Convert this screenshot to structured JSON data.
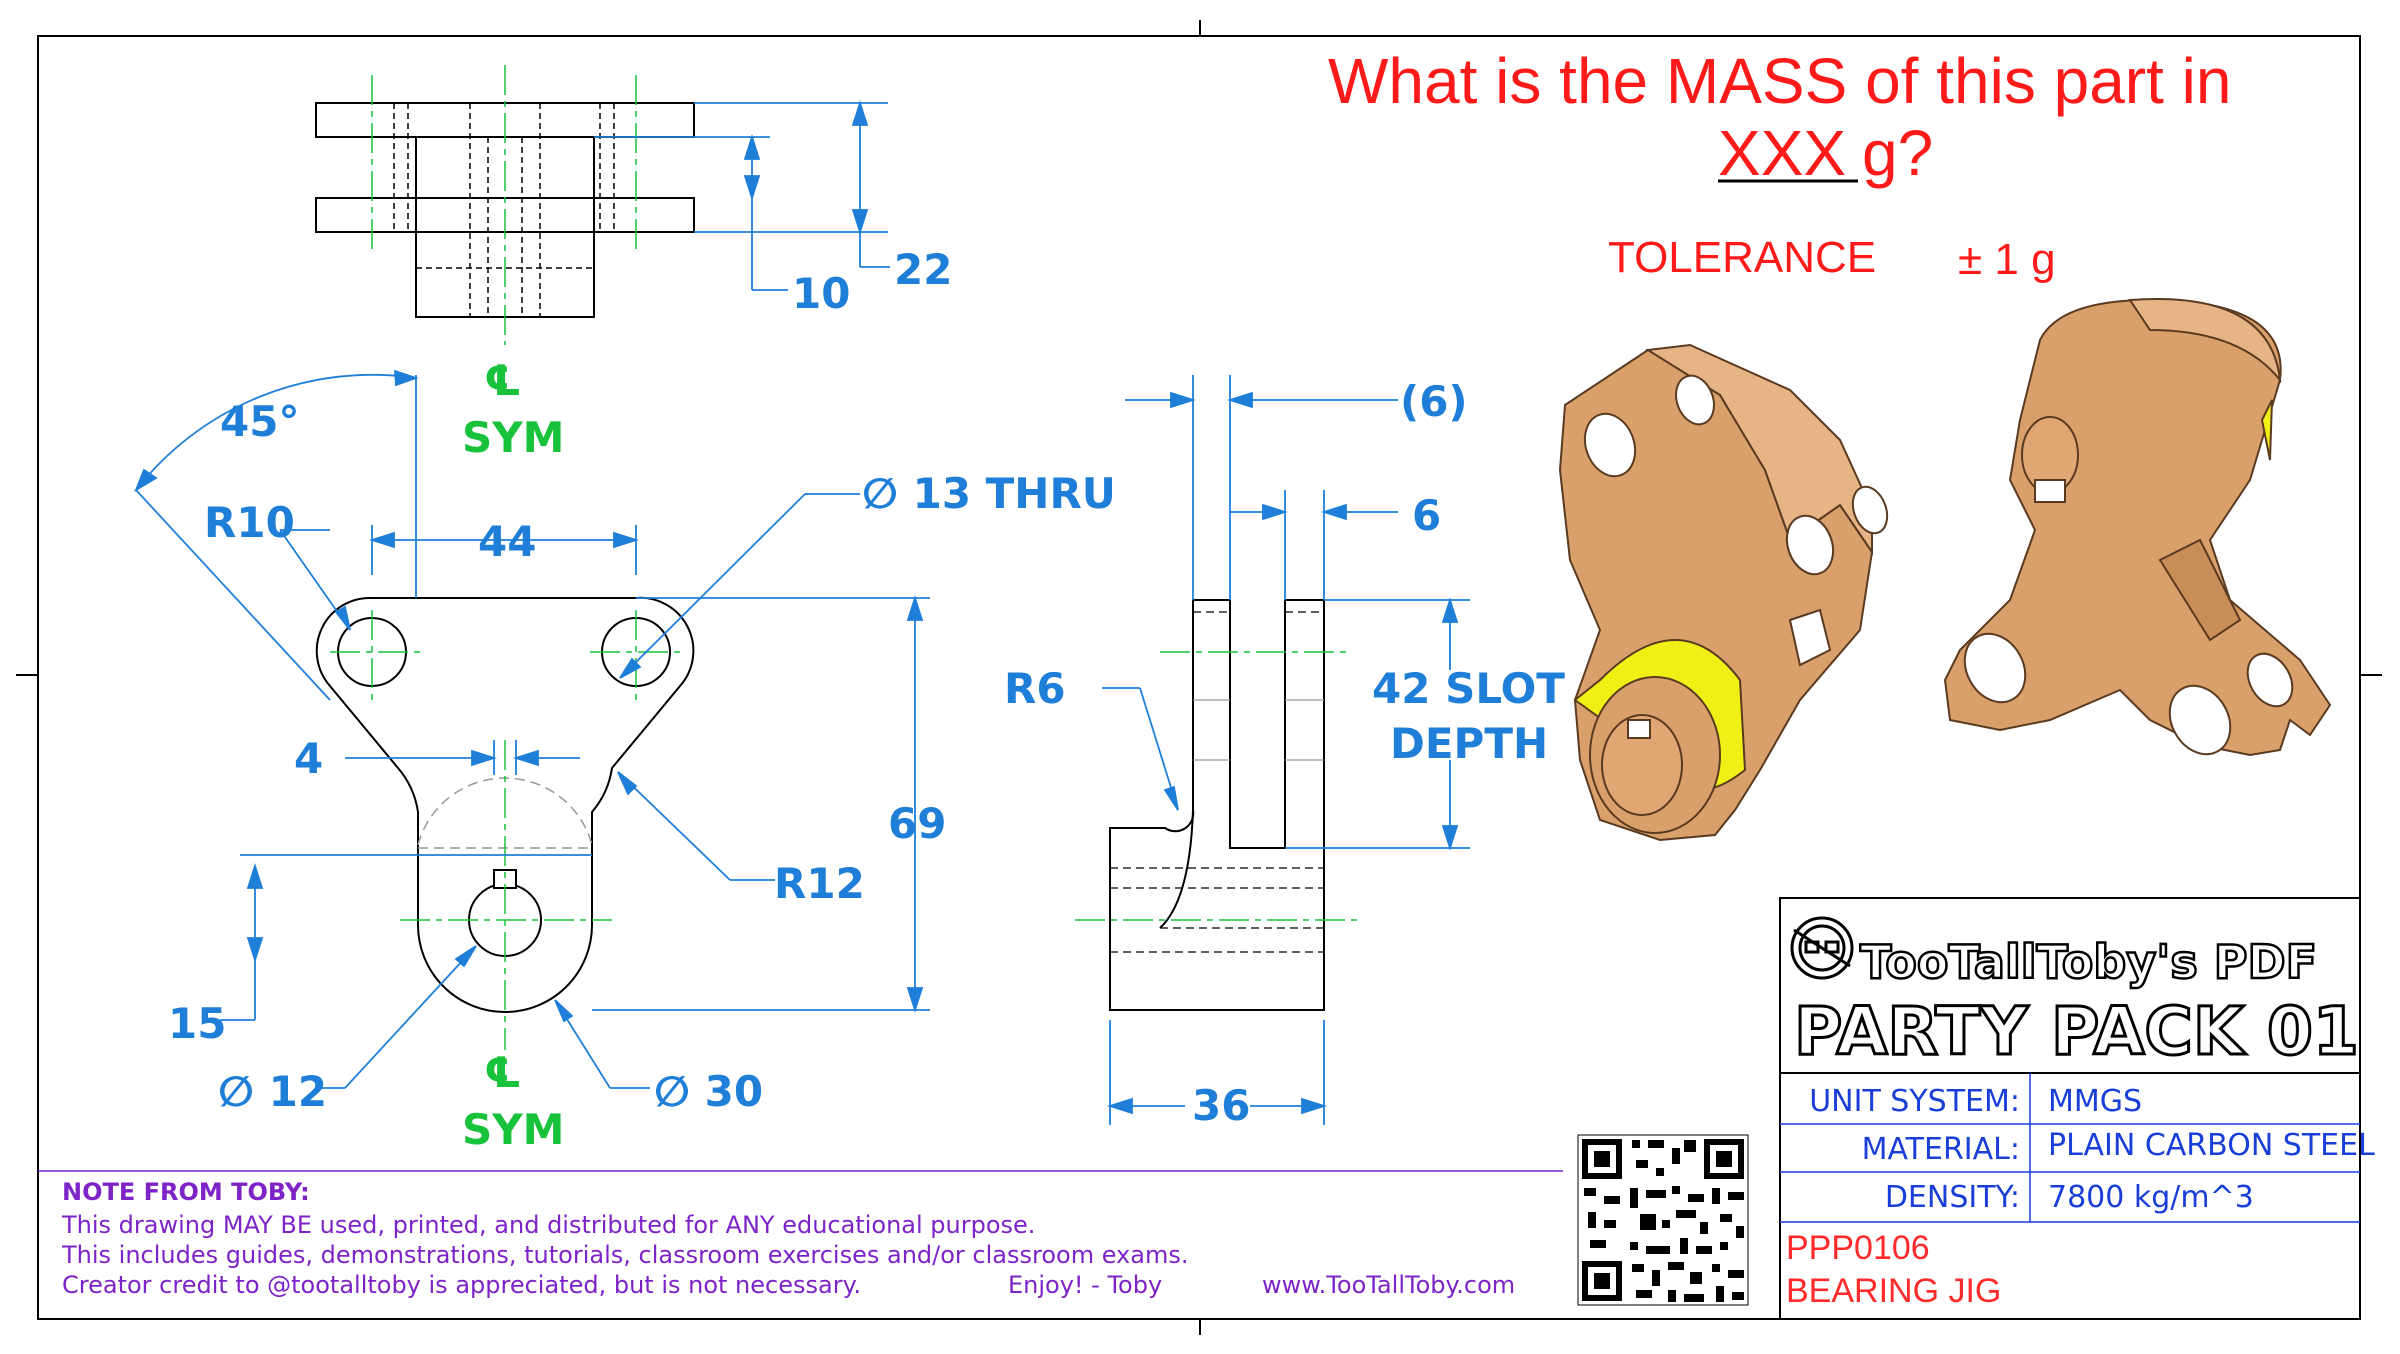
{
  "question": {
    "line1": "What is the MASS of this part in",
    "line2_underlined": "XXX",
    "line2_rest": " g?",
    "tolerance": "TOLERANCE",
    "tolerance_value": "± 1 g"
  },
  "dimensions": {
    "top_view": {
      "d10": "10",
      "d22": "22",
      "cl": "℄",
      "sym": "SYM"
    },
    "front_view": {
      "angle": "45°",
      "r10": "R10",
      "d44": "44",
      "hole": "∅ 13 THRU",
      "d4": "4",
      "d69": "69",
      "r12": "R12",
      "d15": "15",
      "dia12": "∅ 12",
      "dia30": "∅ 30",
      "cl": "℄",
      "sym": "SYM"
    },
    "side_view": {
      "d6_ref": "(6)",
      "d6": "6",
      "r6": "R6",
      "slot_line1": "42 SLOT",
      "slot_line2": "DEPTH",
      "d36": "36"
    }
  },
  "note": {
    "heading": "NOTE FROM TOBY:",
    "line1": "This drawing MAY BE used, printed, and distributed for ANY educational purpose.",
    "line2": "This includes guides, demonstrations, tutorials, classroom exercises and/or classroom exams.",
    "line3": "Creator credit to @tootalltoby is appreciated, but is not necessary.",
    "enjoy": "Enjoy! - Toby",
    "website": "www.TooTallToby.com"
  },
  "title_block": {
    "brand": "TooTallToby's PDF",
    "pack": "PARTY PACK 01",
    "rows": [
      {
        "label": "UNIT SYSTEM:",
        "value": "MMGS"
      },
      {
        "label": "MATERIAL:",
        "value": "PLAIN CARBON STEEL"
      },
      {
        "label": "DENSITY:",
        "value": "7800 kg/m^3"
      }
    ],
    "part_number": "PPP0106",
    "part_name": "BEARING JIG"
  },
  "colors": {
    "dimension": "#1f7fd8",
    "centerline": "#19c23b",
    "question": "#ff1a1a",
    "note": "#7d23c8",
    "title_block_text": "#1a3fd8",
    "part_copper": "#d9a06b",
    "highlight_yellow": "#f0f016"
  }
}
